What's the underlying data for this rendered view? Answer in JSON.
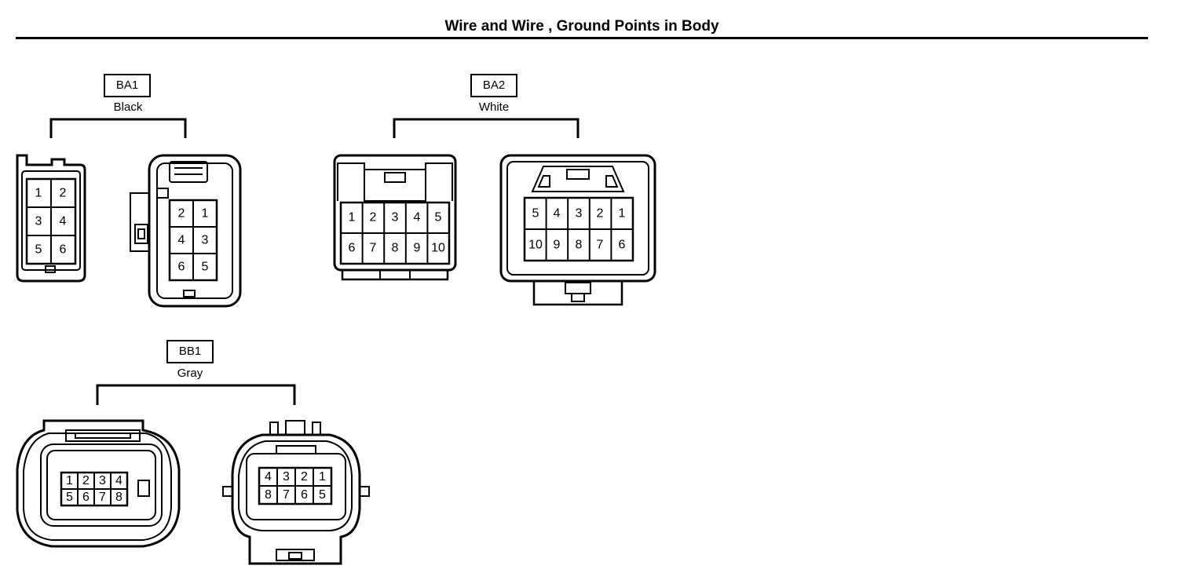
{
  "page": {
    "title": "Wire and Wire , Ground Points in Body"
  },
  "connectors": [
    {
      "code": "BA1",
      "color": "Black",
      "terminals_left": [
        "1",
        "2",
        "3",
        "4",
        "5",
        "6"
      ],
      "terminals_right": [
        "2",
        "1",
        "4",
        "3",
        "6",
        "5"
      ]
    },
    {
      "code": "BA2",
      "color": "White",
      "terminals_left": [
        "1",
        "2",
        "3",
        "4",
        "5",
        "6",
        "7",
        "8",
        "9",
        "10"
      ],
      "terminals_right": [
        "5",
        "4",
        "3",
        "2",
        "1",
        "10",
        "9",
        "8",
        "7",
        "6"
      ]
    },
    {
      "code": "BB1",
      "color": "Gray",
      "terminals_left": [
        "1",
        "2",
        "3",
        "4",
        "5",
        "6",
        "7",
        "8"
      ],
      "terminals_right": [
        "4",
        "3",
        "2",
        "1",
        "8",
        "7",
        "6",
        "5"
      ]
    }
  ]
}
